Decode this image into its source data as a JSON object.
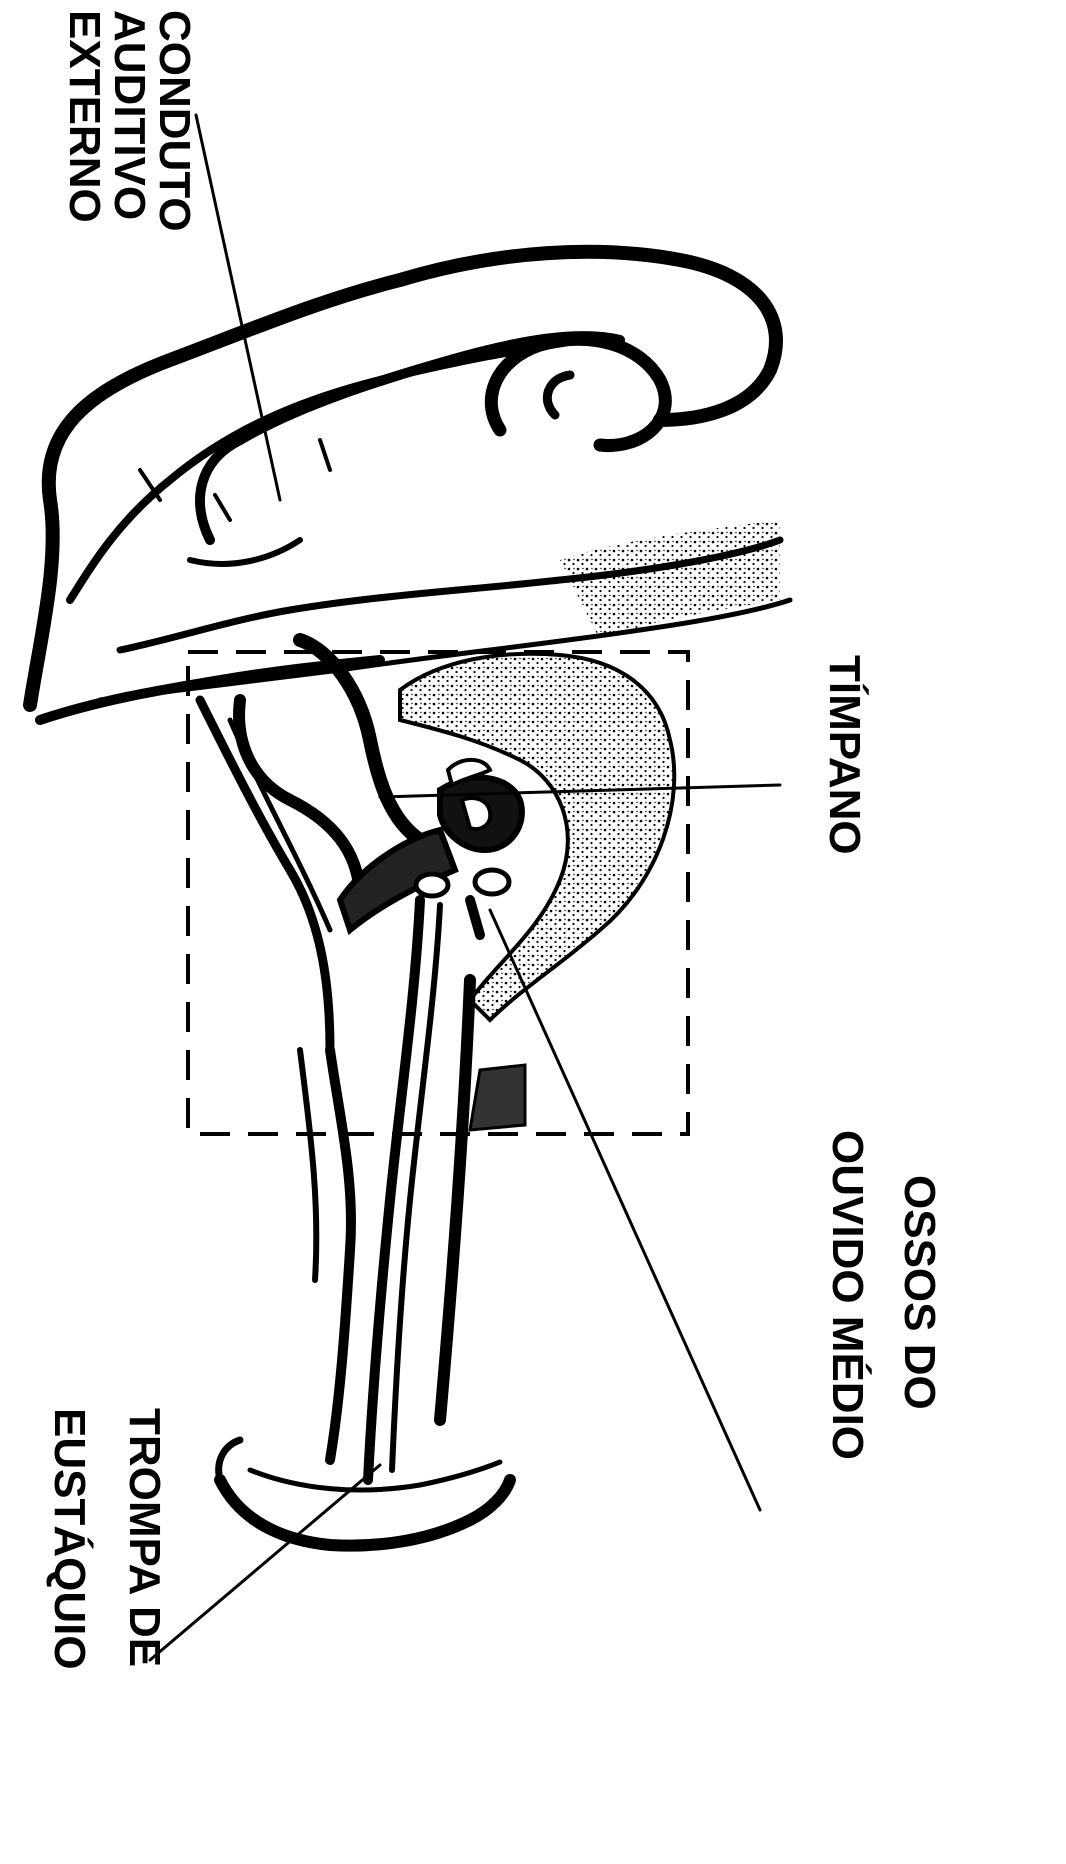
{
  "figure": {
    "title": "",
    "labels": {
      "external_canal": [
        "CONDUTO",
        "AUDITIVO",
        "EXTERNO"
      ],
      "eardrum": [
        "TÍMPANO"
      ],
      "ossicles": [
        "OSSOS DO",
        "OUVIDO MÉDIO"
      ],
      "eustachian_tube": [
        "TROMPA DE",
        "EUSTÁQUIO"
      ]
    }
  },
  "colors": {
    "ink": "#000000",
    "background": "#ffffff",
    "bone_stipple": "#000000"
  }
}
